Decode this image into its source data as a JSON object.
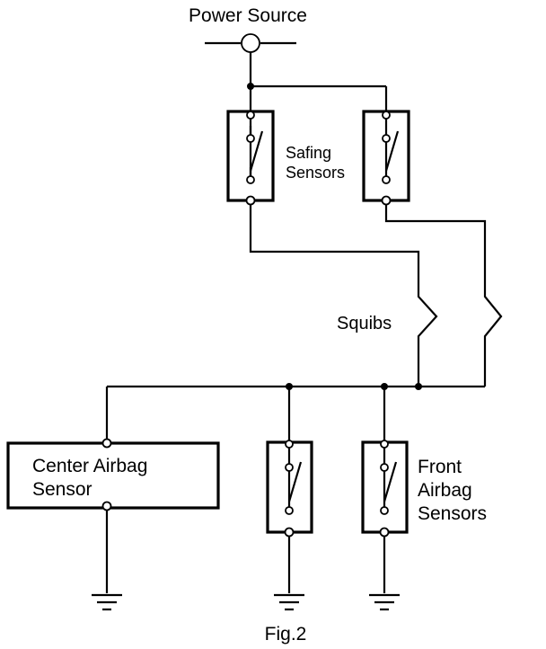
{
  "labels": {
    "power_source": "Power Source",
    "safing_sensors_line1": "Safing",
    "safing_sensors_line2": "Sensors",
    "squibs": "Squibs",
    "center_airbag_line1": "Center Airbag",
    "center_airbag_line2": "Sensor",
    "front_airbag_line1": "Front",
    "front_airbag_line2": "Airbag",
    "front_airbag_line3": "Sensors",
    "caption": "Fig.2"
  },
  "colors": {
    "ink": "#000000",
    "paper": "#ffffff"
  }
}
